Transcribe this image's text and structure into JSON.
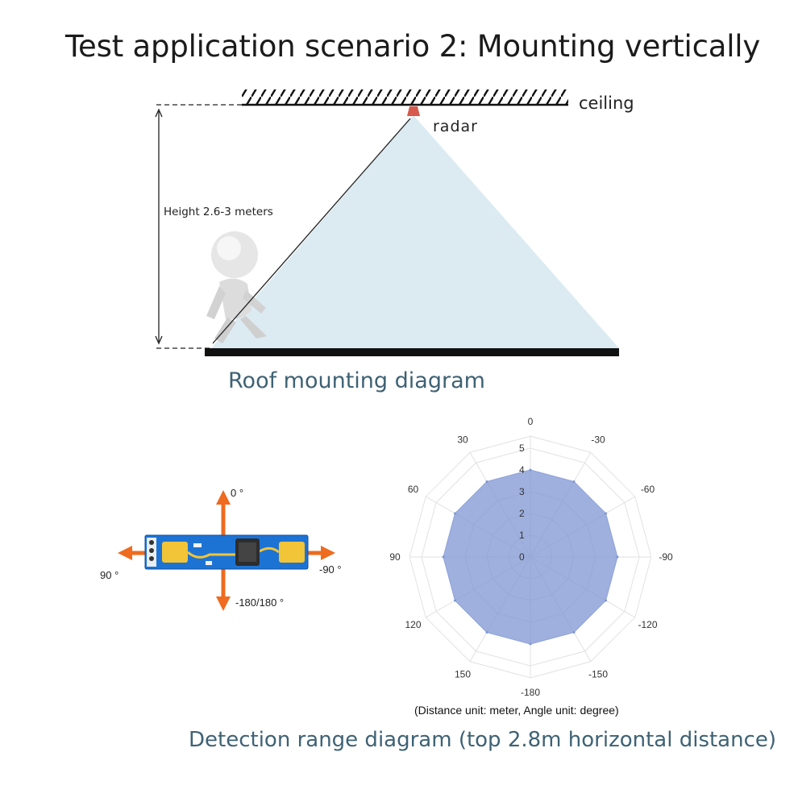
{
  "title": "Test application scenario 2: Mounting vertically",
  "mounting_diagram": {
    "ceiling_label": "ceiling",
    "radar_label": "radar",
    "height_label": "Height 2.6-3 meters",
    "caption": "Roof mounting diagram",
    "colors": {
      "beam": "#dbe9f1",
      "radar": "#d9534f",
      "floor": "#111111"
    }
  },
  "module_diagram": {
    "angle_top": "0 °",
    "angle_left": "90 °",
    "angle_right": "-90 °",
    "angle_bottom": "-180/180 °",
    "colors": {
      "arrow": "#ee6b1f",
      "board": "#1d73d4",
      "pad": "#f2c437"
    }
  },
  "chart_data": {
    "type": "radar",
    "angle_labels": [
      "0",
      "-30",
      "-60",
      "-90",
      "-120",
      "-150",
      "-180",
      "150",
      "120",
      "90",
      "60",
      "30"
    ],
    "radial_ticks": [
      "0",
      "1",
      "2",
      "3",
      "4",
      "5"
    ],
    "rmax": 5,
    "series": [
      {
        "values": [
          4.0,
          4.0,
          4.0,
          4.0,
          4.0,
          4.0,
          4.0,
          4.0,
          4.0,
          4.0,
          4.0,
          4.0
        ]
      }
    ],
    "fill_color": "#7f96d3",
    "units_note": "(Distance unit: meter, Angle unit: degree)",
    "caption": "Detection range diagram (top 2.8m horizontal distance)"
  }
}
